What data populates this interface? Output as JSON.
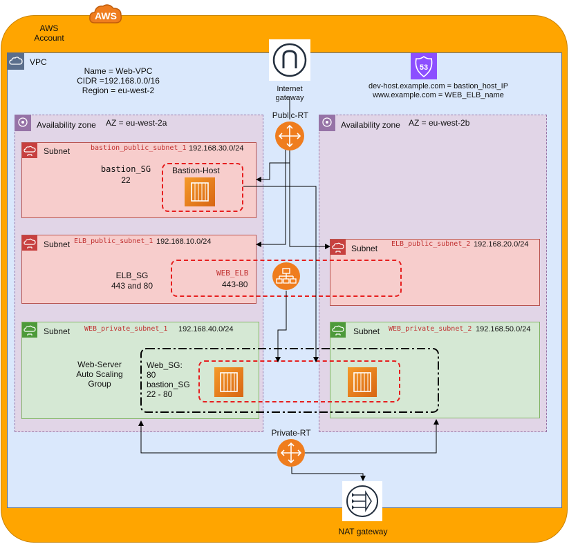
{
  "aws": {
    "logo": "AWS",
    "account_label": "AWS\nAccount"
  },
  "vpc": {
    "label": "VPC",
    "info": "Name = Web-VPC\nCIDR =192.168.0.0/16\nRegion = eu-west-2"
  },
  "igw": {
    "label": "Internet\ngateway"
  },
  "route53": {
    "badge": "53",
    "info": "dev-host.example.com = bastion_host_IP\nwww.example.com = WEB_ELB_name"
  },
  "public_rt": {
    "label": "Public-RT"
  },
  "private_rt": {
    "label": "Private-RT"
  },
  "nat": {
    "label": "NAT gateway"
  },
  "az_a": {
    "label": "Availability zone",
    "name": "AZ = eu-west-2a"
  },
  "az_b": {
    "label": "Availability zone",
    "name": "AZ = eu-west-2b"
  },
  "subnets": {
    "bastion": {
      "label": "Subnet",
      "name": "bastion_public_subnet_1",
      "cidr": "192.168.30.0/24"
    },
    "elb1": {
      "label": "Subnet",
      "name": "ELB_public_subnet_1",
      "cidr": "192.168.10.0/24"
    },
    "elb2": {
      "label": "Subnet",
      "name": "ELB_public_subnet_2",
      "cidr": "192.168.20.0/24"
    },
    "web1": {
      "label": "Subnet",
      "name": "WEB_private_subnet_1",
      "cidr": "192.168.40.0/24"
    },
    "web2": {
      "label": "Subnet",
      "name": "WEB_private_subnet_2",
      "cidr": "192.168.50.0/24"
    }
  },
  "bastion_sg": {
    "name": "bastion_SG",
    "port": "22"
  },
  "bastion_host": {
    "label": "Bastion-Host"
  },
  "elb_sg": {
    "name": "ELB_SG",
    "ports": "443 and 80"
  },
  "web_elb": {
    "name": "WEB_ELB",
    "ports": "443-80"
  },
  "asg": {
    "label": "Web-Server\nAuto Scaling\nGroup",
    "sg": "Web_SG:\n80\nbastion_SG\n22 - 80"
  },
  "colors": {
    "aws": "#ffa500",
    "vpc": "#dae8fc",
    "az": "#e1d5e7",
    "public_subnet": "#f7cdcc",
    "private_subnet": "#d5e8d4",
    "security_group": "#e61e1e",
    "ec2": "#ed7100",
    "subnet_public_icon": "#c7403f",
    "subnet_private_icon": "#4d9a3a",
    "az_icon": "#9673a6"
  }
}
